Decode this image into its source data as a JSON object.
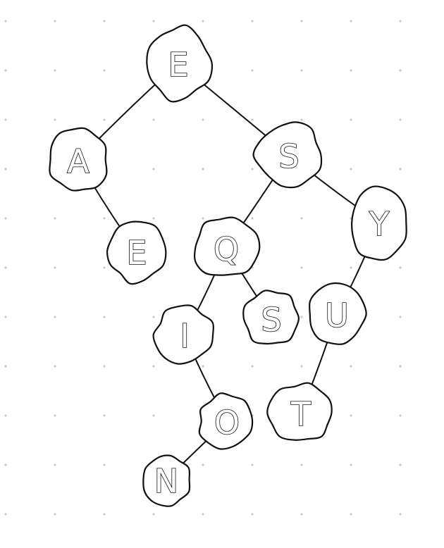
{
  "diagram": {
    "nodes": [
      {
        "id": "n1",
        "label": "E"
      },
      {
        "id": "n2",
        "label": "A"
      },
      {
        "id": "n3",
        "label": "S"
      },
      {
        "id": "n4",
        "label": "E"
      },
      {
        "id": "n5",
        "label": "Q"
      },
      {
        "id": "n6",
        "label": "Y"
      },
      {
        "id": "n7",
        "label": "I"
      },
      {
        "id": "n8",
        "label": "S"
      },
      {
        "id": "n9",
        "label": "U"
      },
      {
        "id": "n10",
        "label": "O"
      },
      {
        "id": "n11",
        "label": "T"
      },
      {
        "id": "n12",
        "label": "N"
      }
    ],
    "edges": [
      {
        "from": "n1",
        "to": "n2"
      },
      {
        "from": "n1",
        "to": "n3"
      },
      {
        "from": "n2",
        "to": "n4"
      },
      {
        "from": "n3",
        "to": "n5"
      },
      {
        "from": "n3",
        "to": "n6"
      },
      {
        "from": "n5",
        "to": "n7"
      },
      {
        "from": "n5",
        "to": "n8"
      },
      {
        "from": "n6",
        "to": "n9"
      },
      {
        "from": "n7",
        "to": "n10"
      },
      {
        "from": "n9",
        "to": "n11"
      },
      {
        "from": "n10",
        "to": "n12"
      }
    ]
  },
  "colors": {
    "stroke": "#111111",
    "background": "#ffffff",
    "grid_dot": "#c8c8c8"
  }
}
